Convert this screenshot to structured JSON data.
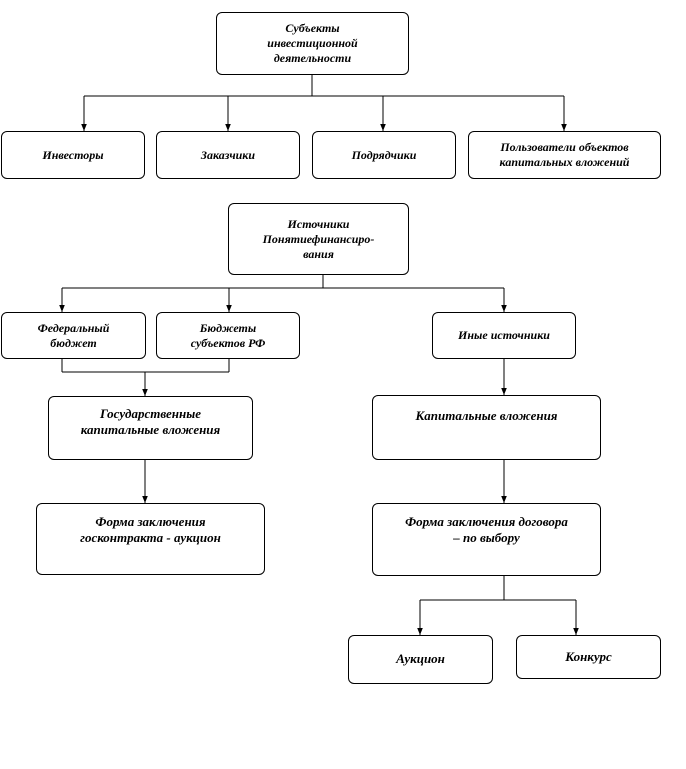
{
  "diagram": {
    "subjects": {
      "root": "Субъекты\nинвестиционной\nдеятельности",
      "children": [
        "Инвесторы",
        "Заказчики",
        "Подрядчики",
        "Пользователи объектов\nкапитальных вложений"
      ]
    },
    "sources": {
      "root": "Источники\nПонятиефинансиро-\nвания",
      "federal_budget": "Федеральный\nбюджет",
      "regional_budgets": "Бюджеты\nсубъектов РФ",
      "other_sources": "Иные источники",
      "state_investments": "Государственные\nкапитальные вложения",
      "capital_investments": "Капитальные вложения",
      "state_contract_form": "Форма заключения\nгосконтракта - аукцион",
      "contract_form_choice": "Форма заключения договора\n– по выбору",
      "auction": "Аукцион",
      "contest": "Конкурс"
    }
  }
}
